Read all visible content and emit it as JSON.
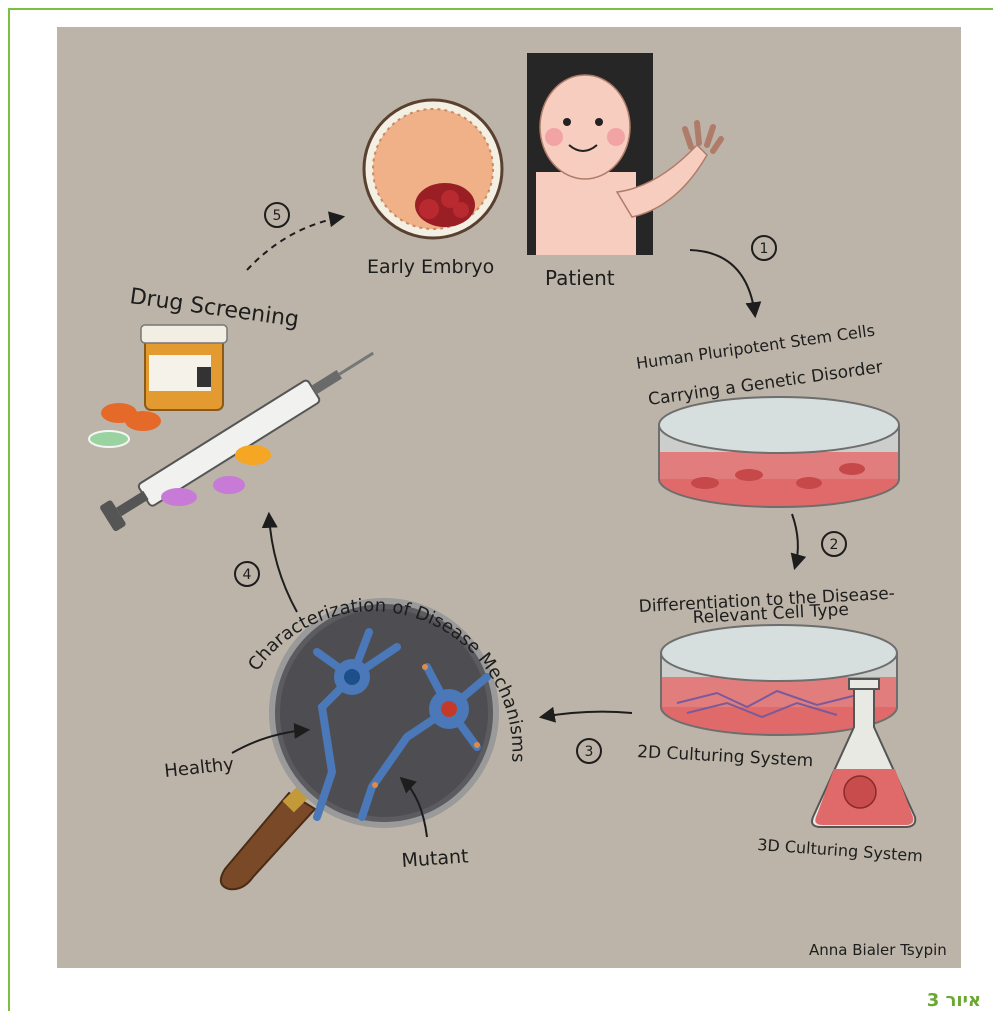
{
  "diagram": {
    "labels": {
      "early_embryo": "Early Embryo",
      "patient": "Patient",
      "hpsc_line1": "Human Pluripotent Stem Cells",
      "hpsc_line2": "Carrying a Genetic Disorder",
      "diff_line1": "Differentiation to the Disease-",
      "diff_line2": "Relevant Cell Type",
      "culture_2d": "2D Culturing System",
      "culture_3d": "3D Culturing System",
      "characterization": "Characterization of Disease Mechanisms",
      "healthy": "Healthy",
      "mutant": "Mutant",
      "drug_screening": "Drug Screening",
      "artist": "Anna Bialer Tsypin"
    },
    "steps": [
      "1",
      "2",
      "3",
      "4",
      "5"
    ],
    "colors": {
      "background": "#bcb4a8",
      "frame": "#7ac043",
      "caption": "#6aa832",
      "dish_medium": "#e06a6a",
      "neuron": "#4a78b8"
    }
  },
  "caption": "איור 3"
}
